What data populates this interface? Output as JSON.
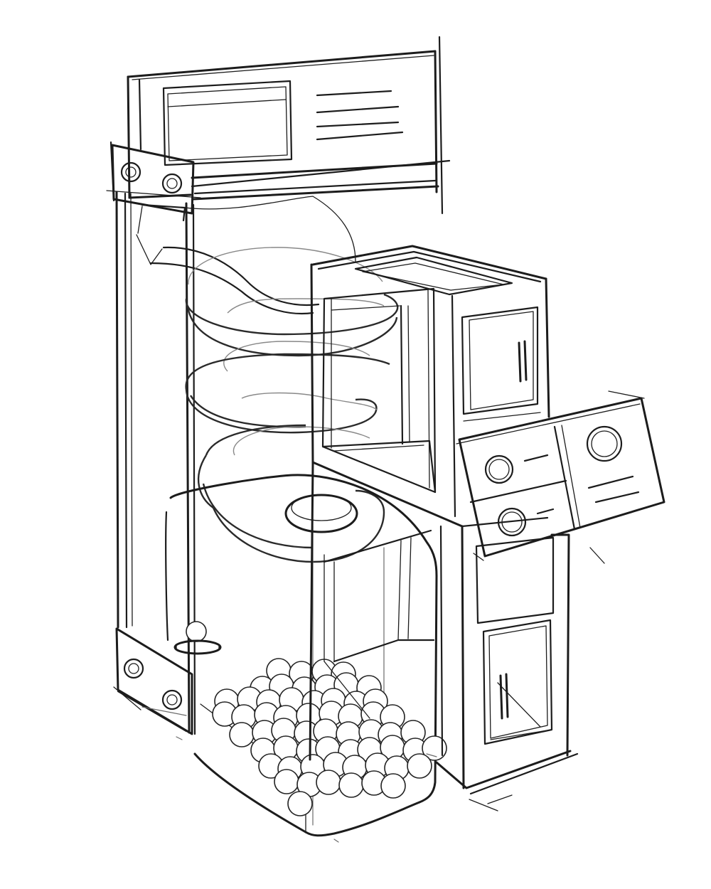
{
  "drawing": {
    "style": "pencil line sketch",
    "ink_color": "#1c1c1c",
    "paper_color": "#ffffff",
    "ball_pile_count": 60
  },
  "parts": [
    "top-display-panel",
    "upper-bolted-bracket",
    "lower-bolted-bracket",
    "entry-chute",
    "spiral-track",
    "glass-collection-bin",
    "ball-pile",
    "single-ball-on-stand",
    "upper-cabinet",
    "lower-cabinet",
    "control-panel"
  ],
  "icons": {
    "bolt": "bolt-icon",
    "knob": "knob-icon",
    "handle": "handle-icon"
  }
}
